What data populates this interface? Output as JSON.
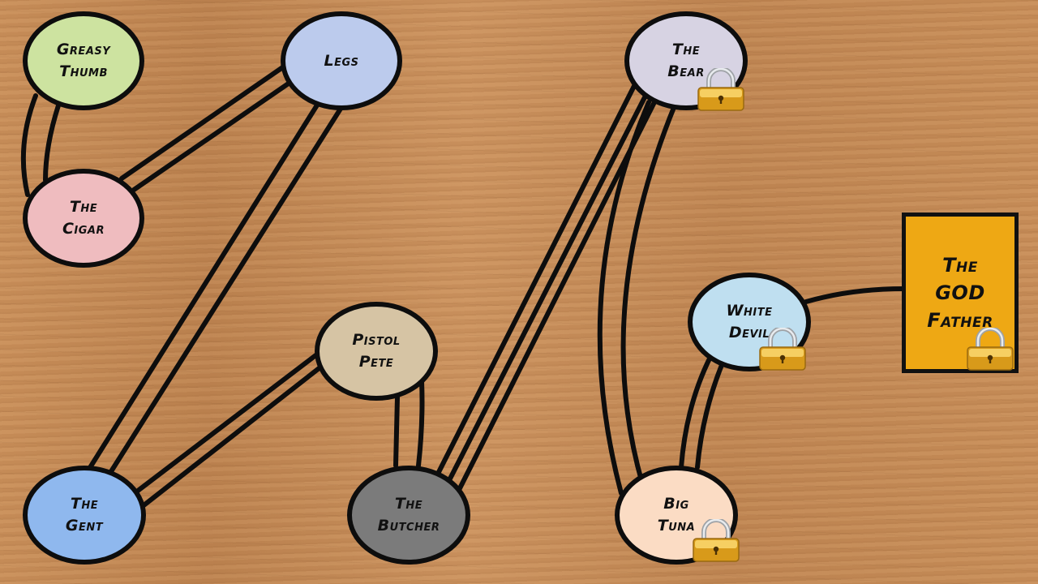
{
  "nodes": [
    {
      "id": "greasy-thumb",
      "label": "Greasy\nThumb",
      "color": "#cde3a0",
      "locked": false
    },
    {
      "id": "legs",
      "label": "Legs",
      "color": "#bccbed",
      "locked": false
    },
    {
      "id": "the-cigar",
      "label": "The\nCigar",
      "color": "#efbcbf",
      "locked": false
    },
    {
      "id": "pistol-pete",
      "label": "Pistol\nPete",
      "color": "#d6c4a4",
      "locked": false
    },
    {
      "id": "the-gent",
      "label": "The\nGent",
      "color": "#8fb8ee",
      "locked": false
    },
    {
      "id": "the-butcher",
      "label": "The\nButcher",
      "color": "#7b7b7b",
      "locked": false
    },
    {
      "id": "the-bear",
      "label": "The\nBear",
      "color": "#d7d3e3",
      "locked": true
    },
    {
      "id": "white-devil",
      "label": "White\nDevil",
      "color": "#bfdff0",
      "locked": true
    },
    {
      "id": "big-tuna",
      "label": "Big\nTuna",
      "color": "#fbdcc4",
      "locked": true
    }
  ],
  "godfather": {
    "label": "The\nGOD\nFather",
    "color": "#eea814",
    "locked": true
  },
  "connections": [
    [
      "greasy-thumb",
      "the-cigar"
    ],
    [
      "the-cigar",
      "legs"
    ],
    [
      "legs",
      "the-gent"
    ],
    [
      "the-gent",
      "pistol-pete"
    ],
    [
      "pistol-pete",
      "the-butcher"
    ],
    [
      "the-butcher",
      "the-bear"
    ],
    [
      "the-bear",
      "big-tuna"
    ],
    [
      "big-tuna",
      "white-devil"
    ],
    [
      "white-devil",
      "godfather"
    ]
  ],
  "icons": {
    "lock": "padlock-icon"
  }
}
